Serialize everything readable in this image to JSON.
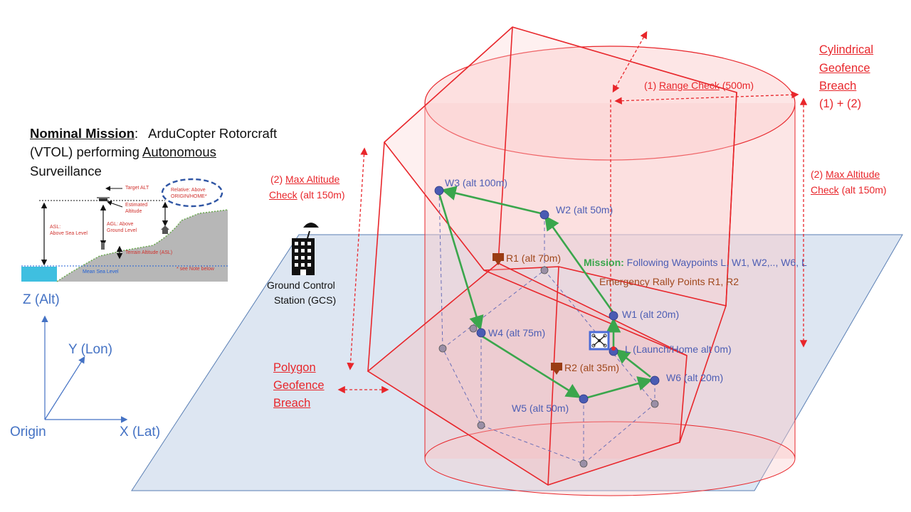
{
  "nominal_mission": {
    "heading": "Nominal Mission",
    "colon": ":",
    "line1_rest": "ArduCopter Rotorcraft",
    "line2_prefix": "(VTOL) performing ",
    "line2_underlined": "Autonomous",
    "line3": "Surveillance"
  },
  "inset": {
    "target_alt": "Target ALT",
    "estimated_altitude_1": "Estimated",
    "estimated_altitude_2": "Altitude",
    "relative_1": "Relative: Above",
    "relative_2": "ORIGIN/HOME*",
    "asl_1": "ASL:",
    "asl_2": "Above Sea Level",
    "agl_1": "AGL: Above",
    "agl_2": "Ground Level",
    "terrain": "Terrain Altitude (ASL)",
    "msl": "Mean Sea Level",
    "note": "* see Note below"
  },
  "axes": {
    "z": "Z (Alt)",
    "y": "Y (Lon)",
    "x": "X (Lat)",
    "origin": "Origin"
  },
  "gcs": {
    "line1": "Ground Control",
    "line2": "Station (GCS)"
  },
  "checks": {
    "left_alt_prefix": "(2) ",
    "left_alt_link": "Max Altitude",
    "left_alt_link2": "Check",
    "left_alt_suffix": " (alt 150m)",
    "right_alt_prefix": "(2) ",
    "right_alt_link": "Max Altitude",
    "right_alt_link2": "Check",
    "right_alt_suffix": " (alt 150m)",
    "range_prefix": "(1) ",
    "range_link": "Range Check",
    "range_suffix": "  (500m)"
  },
  "breaches": {
    "cyl_1": "Cylindrical",
    "cyl_2": "Geofence",
    "cyl_3": "Breach",
    "cyl_4": "(1) + (2)",
    "poly_1": "Polygon",
    "poly_2": "Geofence",
    "poly_3": "Breach"
  },
  "mission": {
    "label": "Mission:",
    "text": " Following Waypoints L, W1, W2,.., W6, L",
    "rally": "Emergency Rally Points R1, R2"
  },
  "waypoints": {
    "W3": "W3 (alt 100m)",
    "W2": "W2 (alt 50m)",
    "W1": "W1 (alt 20m)",
    "L": "L (Launch/Home alt 0m)",
    "W4": "W4 (alt 75m)",
    "W5": "W5 (alt 50m)",
    "W6": "W6 (alt 20m)",
    "R1": "R1 (alt 70m)",
    "R2": "R2 (alt 35m)"
  },
  "colors": {
    "geofence": "#e8262b",
    "fence_fill": "#f9c8c8",
    "ground_plane": "#dde6f2",
    "waypoint": "#4a5bb3",
    "path": "#3aa64c",
    "rally": "#a0481c",
    "axis": "#4472c4"
  }
}
